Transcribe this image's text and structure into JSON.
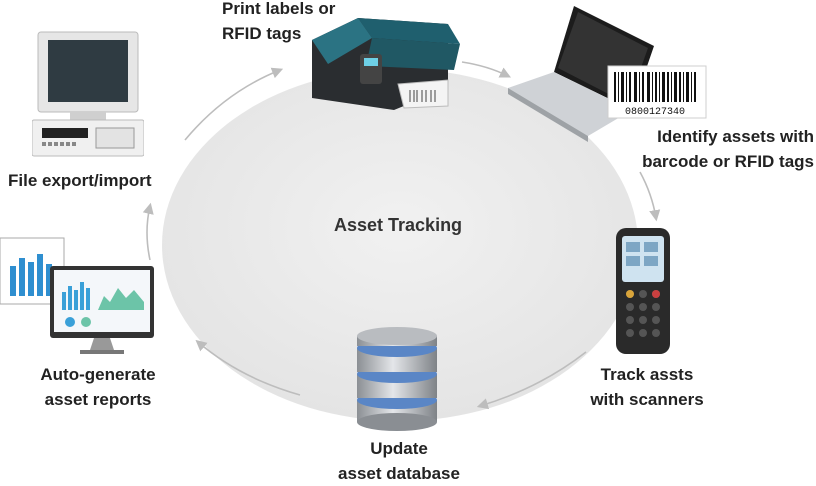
{
  "diagram": {
    "center_label": "Asset Tracking",
    "steps": [
      {
        "id": "print",
        "line1": "Print labels or",
        "line2": "RFID tags",
        "icon": "label-printer-icon"
      },
      {
        "id": "identify",
        "line1": "Identify assets with",
        "line2": "barcode or RFID tags",
        "icon": "laptop-barcode-icon"
      },
      {
        "id": "track",
        "line1": "Track assts",
        "line2": "with scanners",
        "icon": "handheld-scanner-icon"
      },
      {
        "id": "update",
        "line1": "Update",
        "line2": "asset database",
        "icon": "database-icon"
      },
      {
        "id": "reports",
        "line1": "Auto-generate",
        "line2": "asset reports",
        "icon": "report-monitor-icon"
      },
      {
        "id": "file",
        "line1": "File export/import",
        "line2": "",
        "icon": "desktop-computer-icon"
      }
    ],
    "barcode_number": "0800127340",
    "colors": {
      "ellipse": "#e9e9e9",
      "arrow": "#bdbdbd",
      "printer": "#1f5f6e",
      "db_ring": "#5a86c6"
    }
  }
}
